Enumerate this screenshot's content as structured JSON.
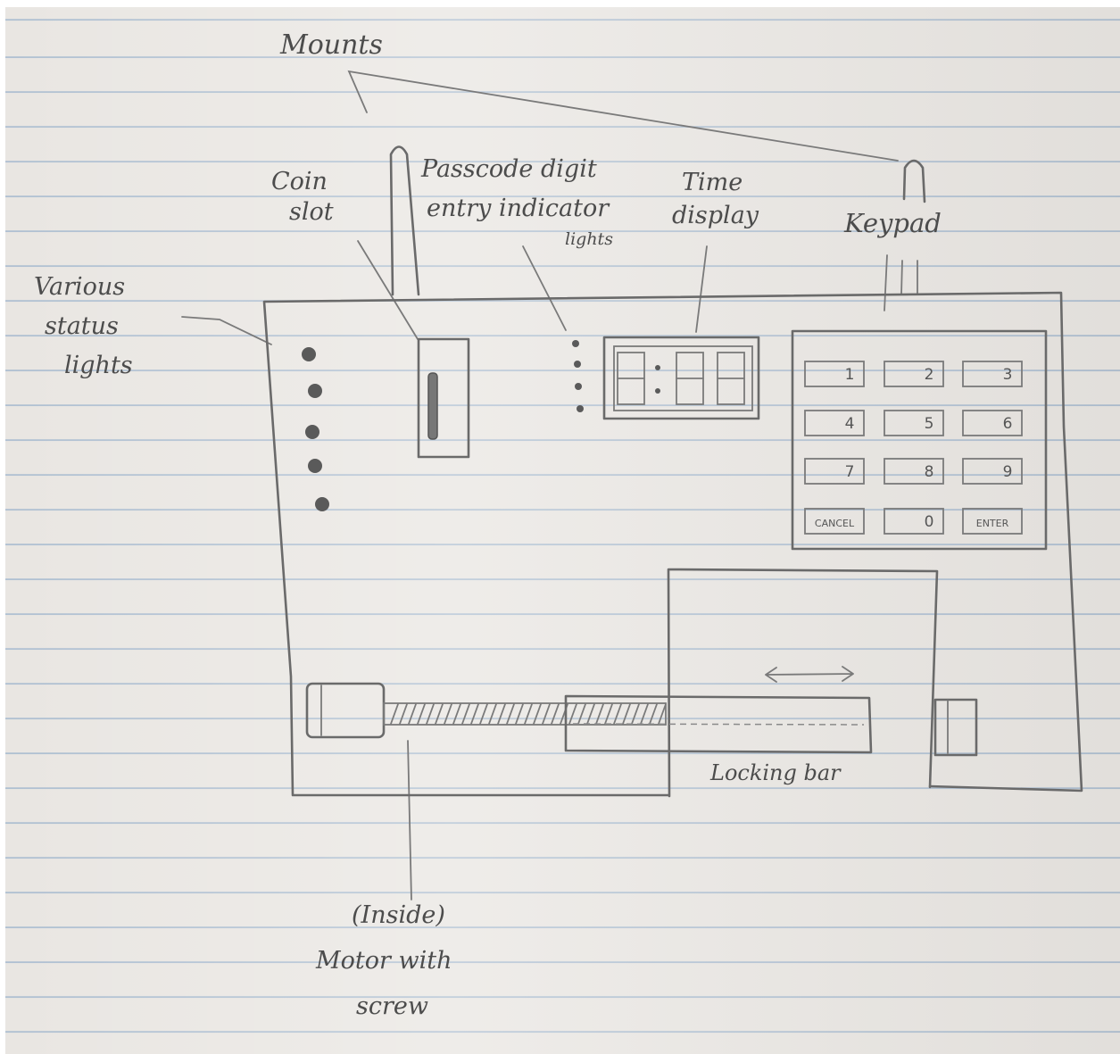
{
  "labels": {
    "mounts": "Mounts",
    "coin_slot_1": "Coin",
    "coin_slot_2": "slot",
    "passcode_1": "Passcode digit",
    "passcode_2": "entry indicator",
    "passcode_3": "lights",
    "time_display_1": "Time",
    "time_display_2": "display",
    "keypad": "Keypad",
    "status_1": "Various",
    "status_2": "status",
    "status_3": "lights",
    "locking_bar": "Locking bar",
    "motor_1": "(Inside)",
    "motor_2": "Motor with",
    "motor_3": "screw"
  },
  "keypad_keys": [
    "1",
    "2",
    "3",
    "4",
    "5",
    "6",
    "7",
    "8",
    "9",
    "CANCEL",
    "0",
    "ENTER"
  ]
}
